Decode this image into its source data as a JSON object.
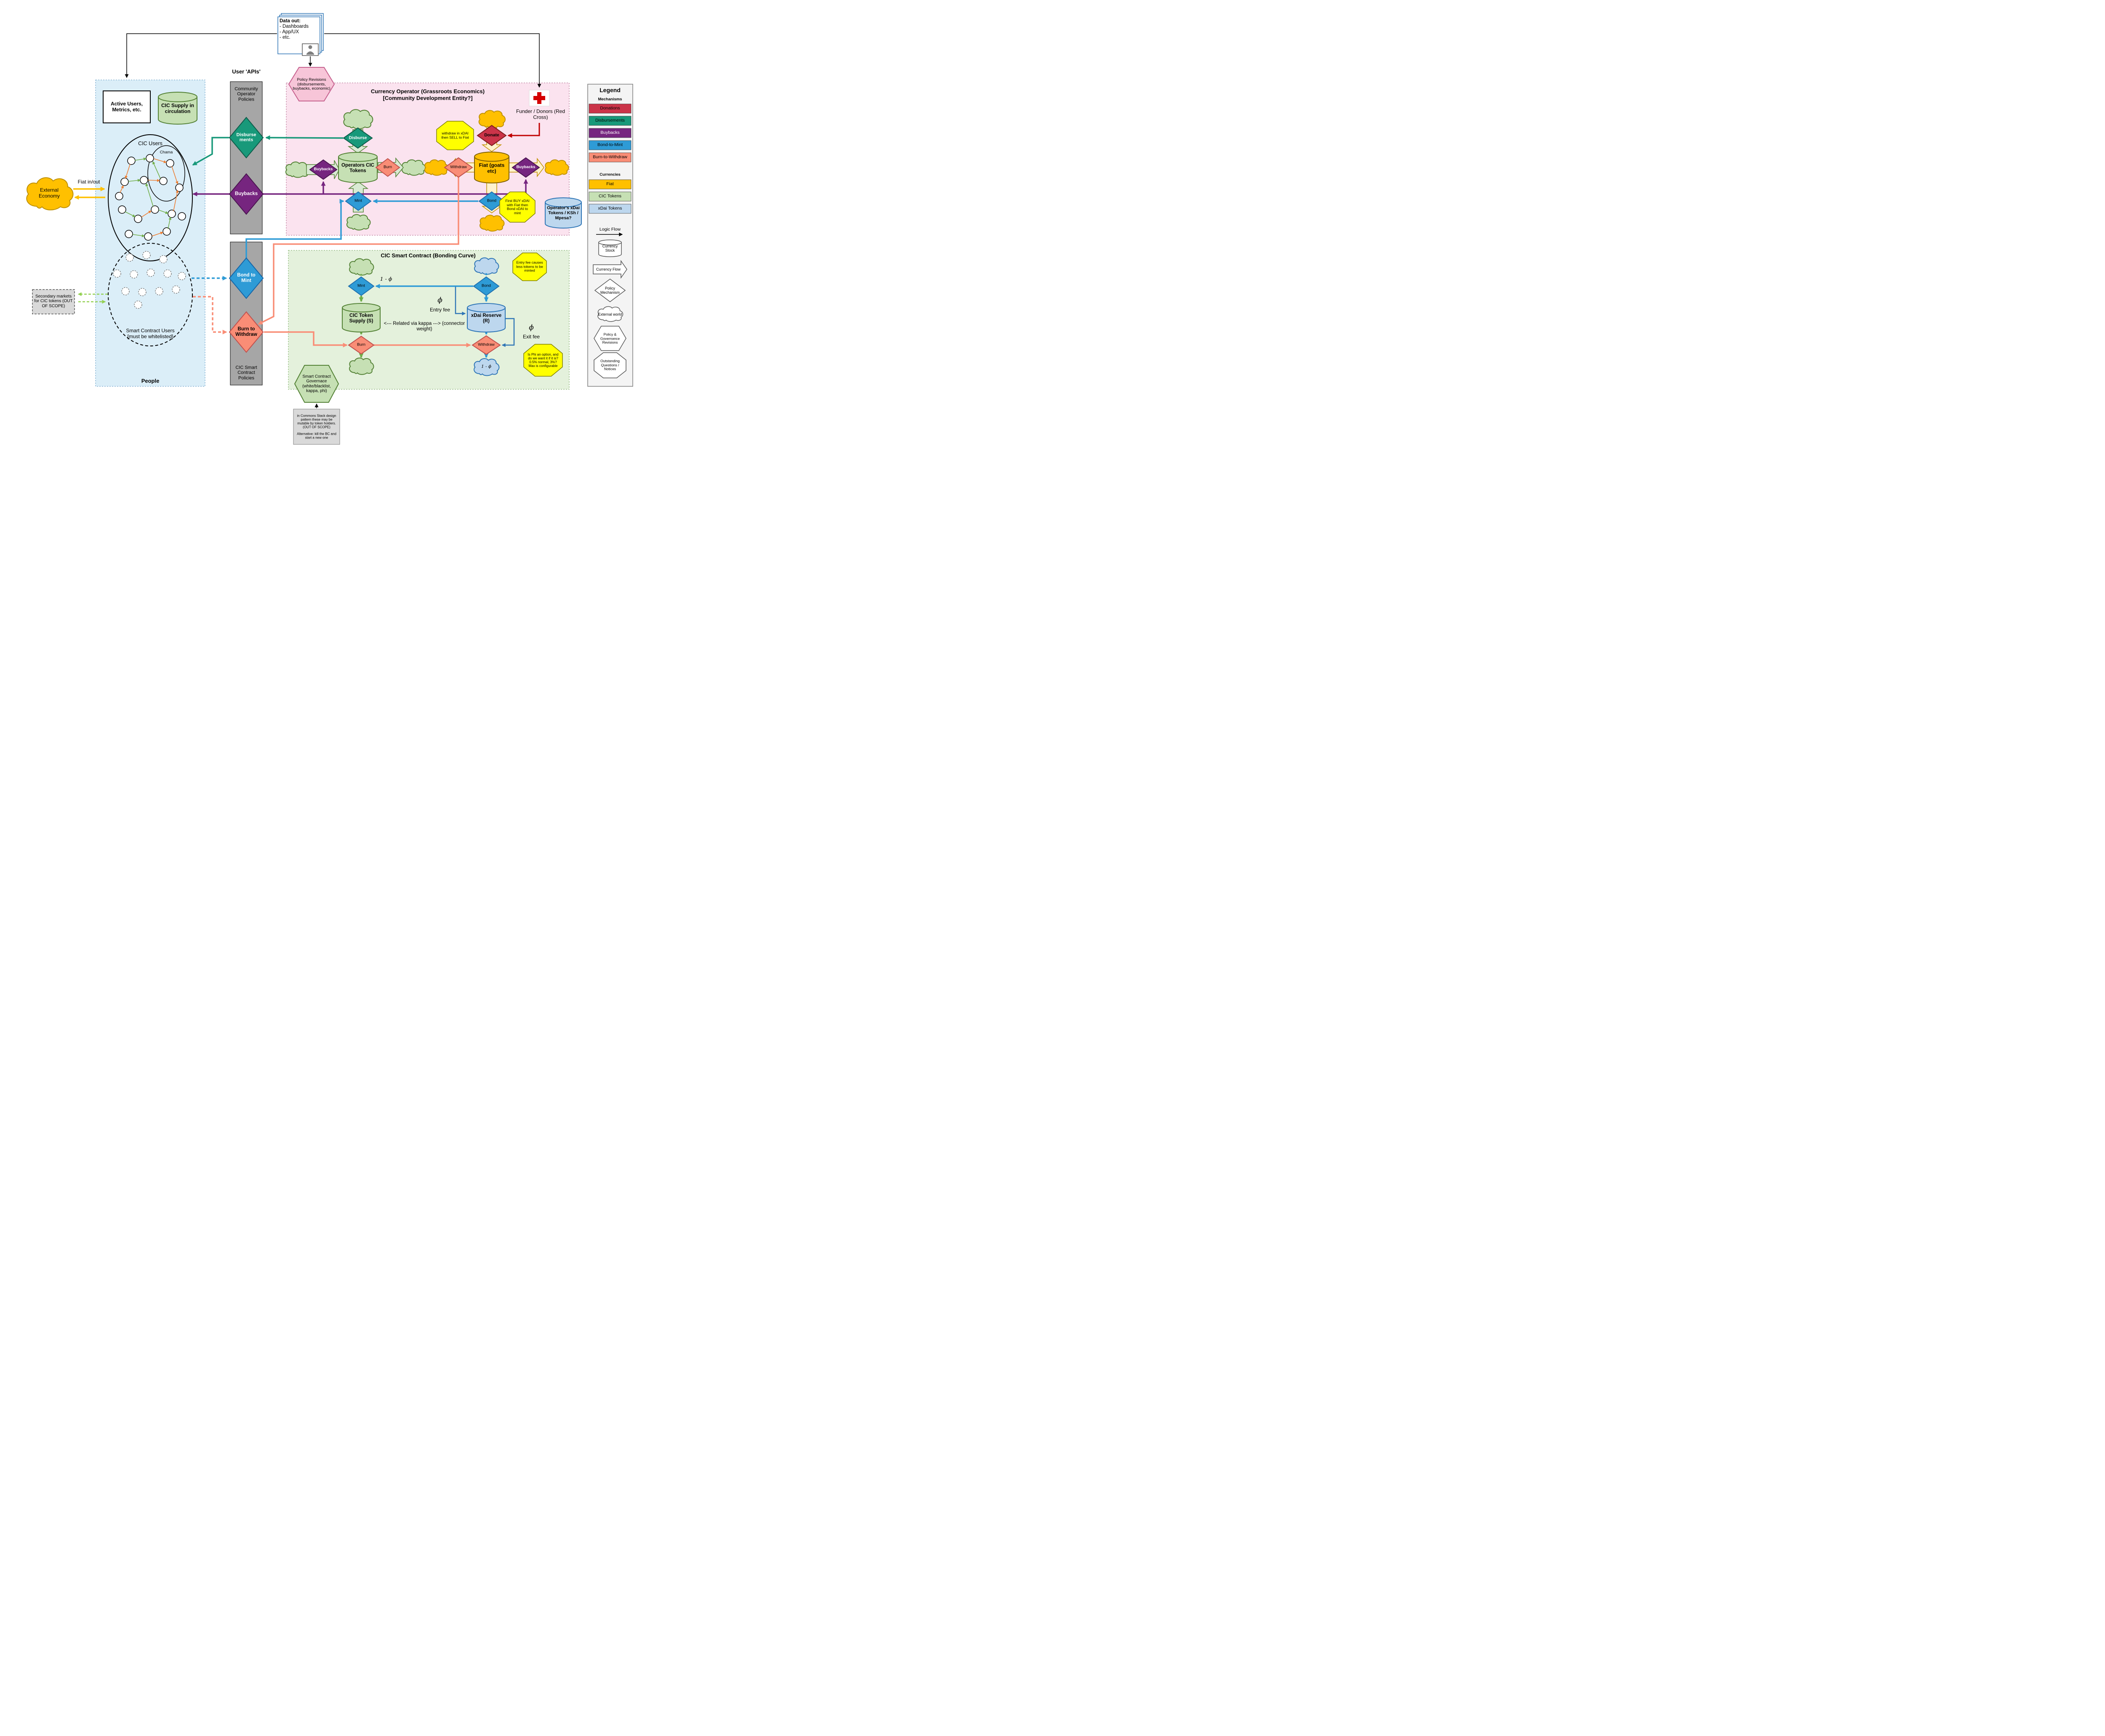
{
  "top": {
    "data_out": {
      "title": "Data out:",
      "items": [
        "- Dashboards",
        "- App/UX",
        "- etc."
      ]
    },
    "policy_revisions": "Policy Revisions (disbursements, buybacks, economic)",
    "user_apis": "User 'APIs'"
  },
  "people_panel": {
    "label": "People",
    "active_users": "Active Users, Metrics, etc.",
    "cic_supply": "CIC Supply in circulation",
    "cic_users": "CIC Users",
    "chama": "Chama",
    "external_economy": "External Economy",
    "fiat_in_out": "Fiat in/out",
    "smart_contract_users": "Smart Contract Users [must be whitelisted]",
    "secondary_markets": "Secondary markets for CIC tokens (OUT OF SCOPE)"
  },
  "api_column": {
    "community_operator_policies": "Community Operator Policies",
    "disbursements": "Disburse ments",
    "buybacks": "Buybacks",
    "bond_to_mint": "Bond to Mint",
    "burn_to_withdraw": "Burn to Withdraw",
    "cic_smart_contract_policies": "CIC Smart Contract Policies"
  },
  "operator_panel": {
    "title_line1": "Currency Operator (Grassroots Economics)",
    "title_line2": "[Community Development Entity?]",
    "disburse": "Disburse",
    "operators_cic_tokens": "Operators CIC Tokens",
    "buybacks_left": "Buybacks",
    "burn": "Burn",
    "withdraw": "Withdraw",
    "fiat": "Fiat (goats etc)",
    "buybacks_right": "Buybacks",
    "donate": "Donate",
    "funder": "Funder / Donors (Red Cross)",
    "withdraw_note": "withdraw in xDAI then SELL to Fiat",
    "mint": "Mint",
    "bond": "Bond",
    "first_buy_note": "First BUY xDAI with Fiat then Bond xDAI to mint",
    "operators_xdai": "Operator's xDai Tokens / KSh / Mpesa?"
  },
  "contract_panel": {
    "title": "CIC Smart Contract (Bonding Curve)",
    "mint": "Mint",
    "bond": "Bond",
    "one_minus_phi": "1 - ϕ",
    "cic_token_supply": "CIC Token Supply (S)",
    "xdai_reserve": "xDai Reserve (R)",
    "phi": "ϕ",
    "entry_fee": "Entry fee",
    "exit_fee": "Exit fee",
    "kappa_note": "<--- Related via kappa ---> (connector weight)",
    "burn": "Burn",
    "withdraw": "Withdraw",
    "one_minus_phi_cloud": "1 - ϕ",
    "entry_fee_note": "Entry fee causes less tokens to be minted",
    "phi_note": "Is Phi an option, and do we want it if it is? 0.5% normal, 3%? Max is configurable",
    "governance": "Smart Contract Governace (white/blacklist, kappa, phi)",
    "commons_note_1": "in Commons Stack design pattern these may be mutable by token holders. (OUT OF SCOPE)",
    "commons_note_2": "Alternative: kill the BC and start a new one"
  },
  "legend": {
    "title": "Legend",
    "mechanisms_header": "Mechanisms",
    "mechanisms": [
      {
        "label": "Donations",
        "color": "#cb3449"
      },
      {
        "label": "Disbursements",
        "color": "#18997a"
      },
      {
        "label": "Buybacks",
        "color": "#76257f"
      },
      {
        "label": "Bond-to-Mint",
        "color": "#2e9bd6"
      },
      {
        "label": "Burn-to-Withdraw",
        "color": "#f98d76"
      }
    ],
    "currencies_header": "Currencies",
    "currencies": [
      {
        "label": "Fiat",
        "color": "#ffc000"
      },
      {
        "label": "CIC Tokens",
        "color": "#c6e0b4"
      },
      {
        "label": "xDai Tokens",
        "color": "#bdd7ee"
      }
    ],
    "logic_flow": "Logic Flow",
    "currency_stock": "Currency Stock",
    "currency_flow": "Currency Flow",
    "policy_mechanism": "Policy Mechanism",
    "external_world": "External world",
    "policy_governance": "Policy & Governance Revisions",
    "outstanding": "Outstanding Questions / Notices"
  }
}
